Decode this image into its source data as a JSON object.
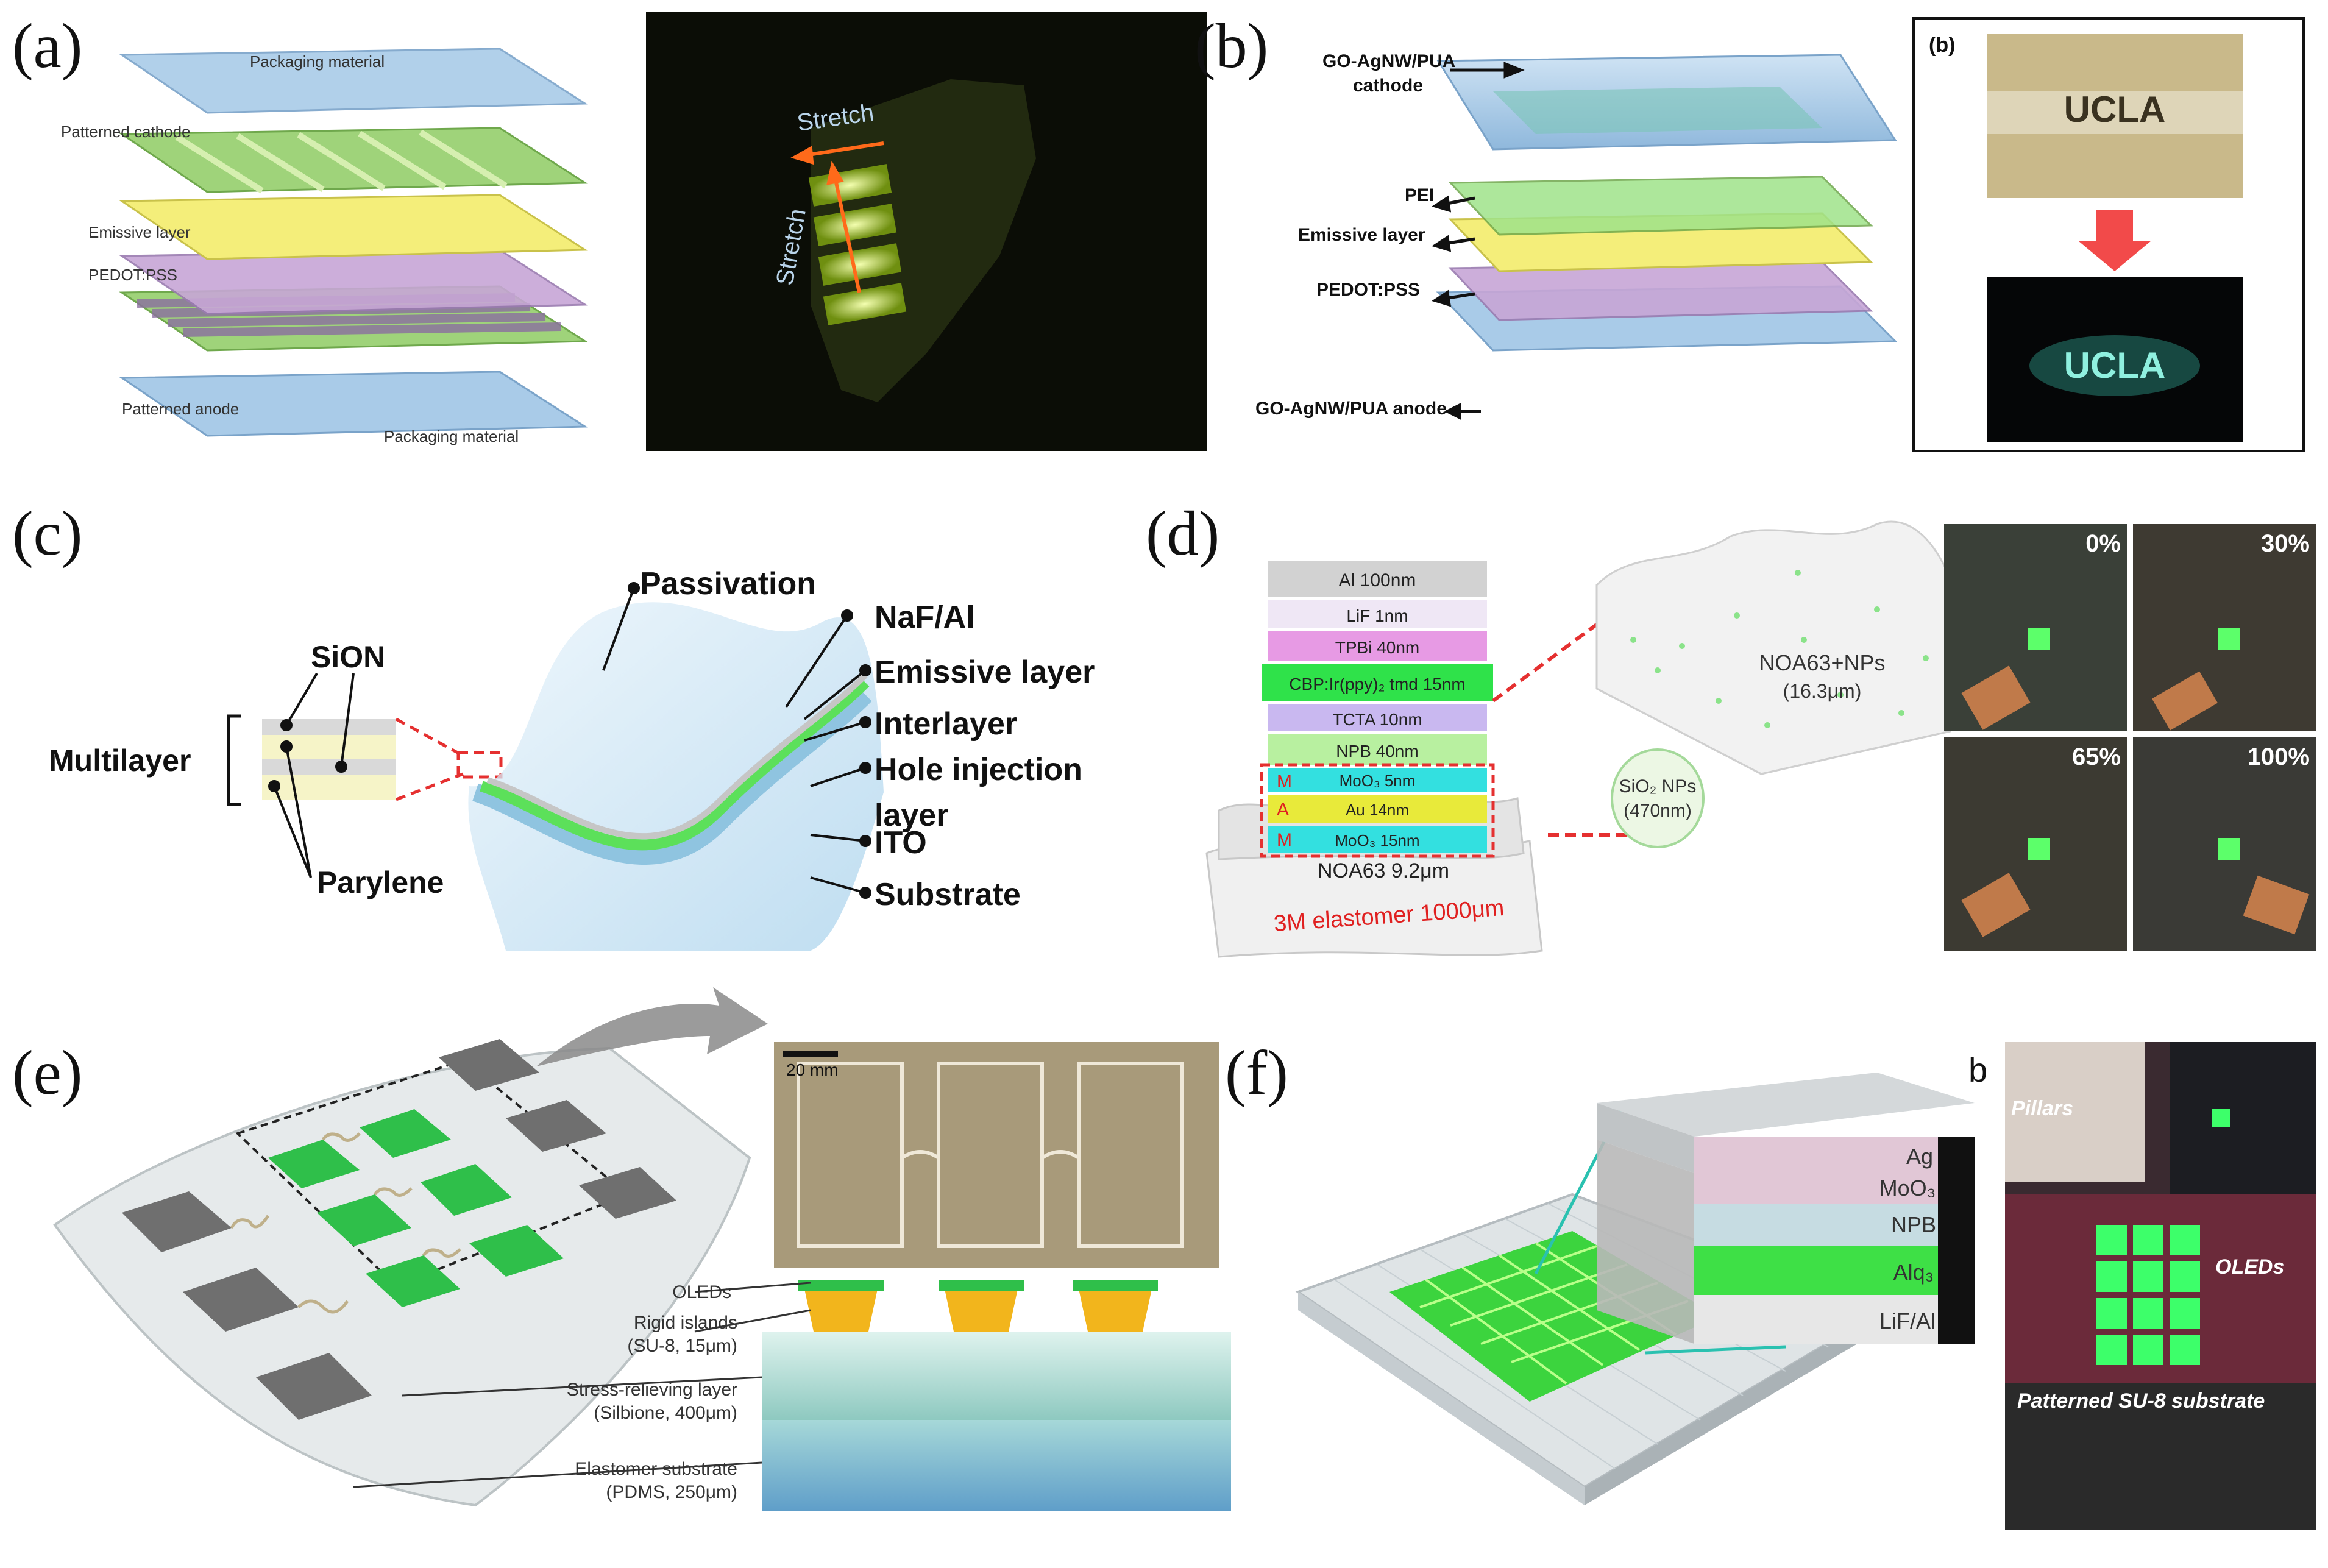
{
  "panel_a": {
    "label": "(a)",
    "layers": [
      "Packaging material",
      "Patterned cathode",
      "Emissive layer",
      "PEDOT:PSS",
      "Patterned anode",
      "Packaging material"
    ],
    "photo_text_1": "Stretch",
    "photo_text_2": "Stretch"
  },
  "panel_b": {
    "label": "(b)",
    "inset_label": "(b)",
    "layers": [
      "GO-AgNW/PUA",
      "cathode",
      "PEI",
      "Emissive layer",
      "PEDOT:PSS",
      "GO-AgNW/PUA anode"
    ],
    "ucla_text": "UCLA"
  },
  "panel_c": {
    "label": "(c)",
    "left_labels": [
      "SiON",
      "Multilayer",
      "Parylene"
    ],
    "right_labels": [
      "Passivation",
      "NaF/Al",
      "Emissive layer",
      "Interlayer",
      "Hole injection",
      "layer",
      "ITO",
      "Substrate"
    ]
  },
  "panel_d": {
    "label": "(d)",
    "stack": [
      "Al 100nm",
      "LiF 1nm",
      "TPBi 40nm",
      "CBP:Ir(ppy)₂ tmd 15nm",
      "TCTA 10nm",
      "NPB 40nm",
      "MoO₃ 5nm",
      "Au 14nm",
      "MoO₃ 15nm",
      "NOA63 9.2μm",
      "3M elastomer 1000μm"
    ],
    "side_letters": [
      "M",
      "A",
      "M"
    ],
    "texture_label": "NOA63+NPs",
    "texture_sub": "(16.3μm)",
    "np_label": "SiO₂ NPs",
    "np_sub": "(470nm)",
    "strain": [
      "0%",
      "30%",
      "65%",
      "100%"
    ]
  },
  "panel_e": {
    "label": "(e)",
    "scale_bar": "20 mm",
    "labels": [
      "OLEDs",
      "Rigid islands",
      "(SU-8, 15μm)",
      "Stress-relieving layer",
      "(Silbione, 400μm)",
      "Elastomer substrate",
      "(PDMS, 250μm)"
    ]
  },
  "panel_f": {
    "label": "(f)",
    "inset_label": "b",
    "stack": [
      "Ag",
      "MoO₃",
      "NPB",
      "Alq₃",
      "LiF/Al"
    ],
    "photo_labels": [
      "Pillars",
      "OLEDs",
      "Patterned SU-8 substrate"
    ]
  },
  "colors": {
    "blue_layer": "#a9cbe8",
    "green_layer": "#9fd37a",
    "yellow_layer": "#f4ee7a",
    "purple_layer": "#c7a6d6",
    "oled_green": "#2fbf4a",
    "island_yellow": "#f2b51c"
  }
}
